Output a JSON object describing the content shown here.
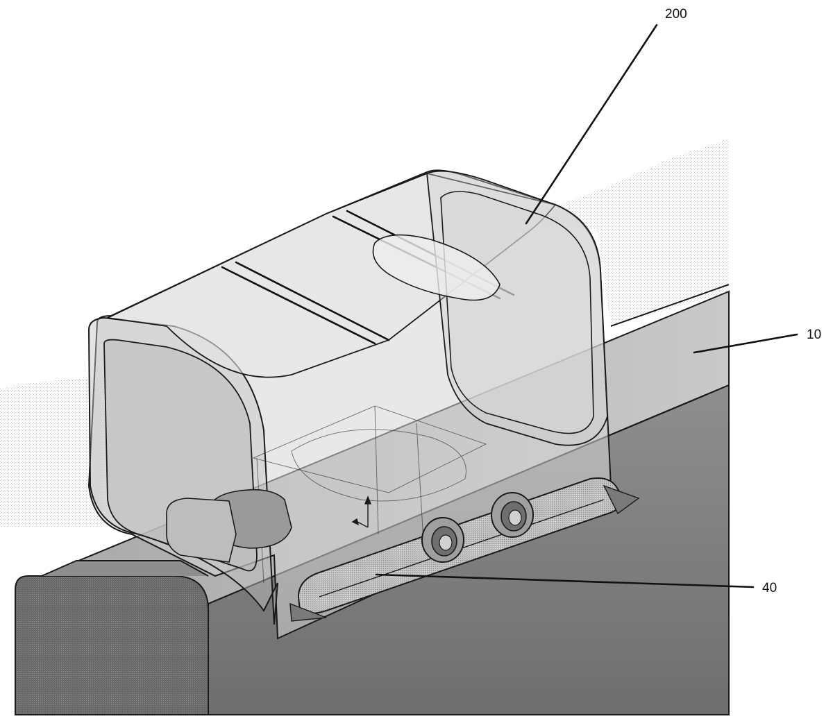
{
  "labels": {
    "cover": "200",
    "rail": "10",
    "clip": "40"
  },
  "colors": {
    "line": "#1a1a1a",
    "rail_top": "#b9b9b9",
    "rail_side": "#7e7e7e",
    "rail_end": "#6a6a6a",
    "background_stipple": "#d9d9d9",
    "cover_fill": "#d8d8d8"
  }
}
